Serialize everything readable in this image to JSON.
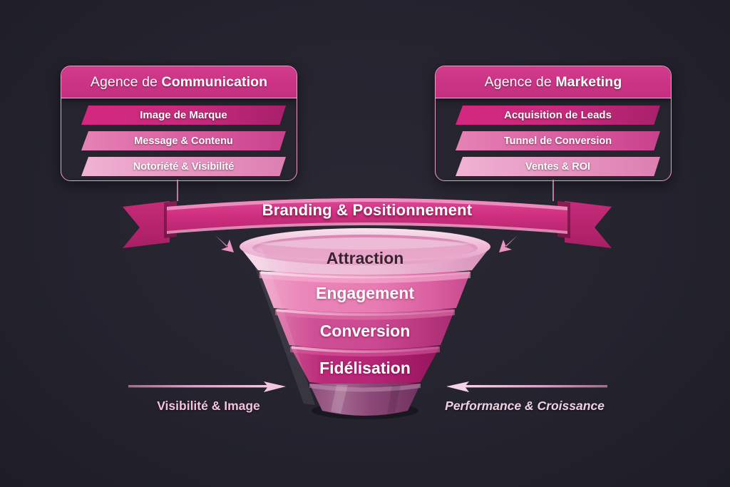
{
  "background_color": "#24232e",
  "accent_color": "#c9317f",
  "cards": [
    {
      "id": "communication",
      "title_prefix": "Agence de ",
      "title_strong": "Communication",
      "items": [
        "Image de Marque",
        "Message & Contenu",
        "Notoriété & Visibilité"
      ]
    },
    {
      "id": "marketing",
      "title_prefix": "Agence de ",
      "title_strong": "Marketing",
      "items": [
        "Acquisition de Leads",
        "Tunnel de Conversion",
        "Ventes & ROI"
      ]
    }
  ],
  "ribbon": {
    "label": "Branding & Positionnement",
    "color": "#d0307f"
  },
  "funnel": {
    "tiers": [
      {
        "label": "Attraction",
        "color": "#edb9d5",
        "text_color": "#3a2230"
      },
      {
        "label": "Engagement",
        "color": "#e985b9",
        "text_color": "#ffffff"
      },
      {
        "label": "Conversion",
        "color": "#ce4b92",
        "text_color": "#ffffff"
      },
      {
        "label": "Fidélisation",
        "color": "#ba2878",
        "text_color": "#ffffff"
      }
    ],
    "stem_color": "#8e4a7c"
  },
  "flows": [
    {
      "id": "visibilite",
      "label": "Visibilité & Image",
      "direction": "right"
    },
    {
      "id": "performance",
      "label": "Performance & Croissance",
      "direction": "left"
    }
  ]
}
